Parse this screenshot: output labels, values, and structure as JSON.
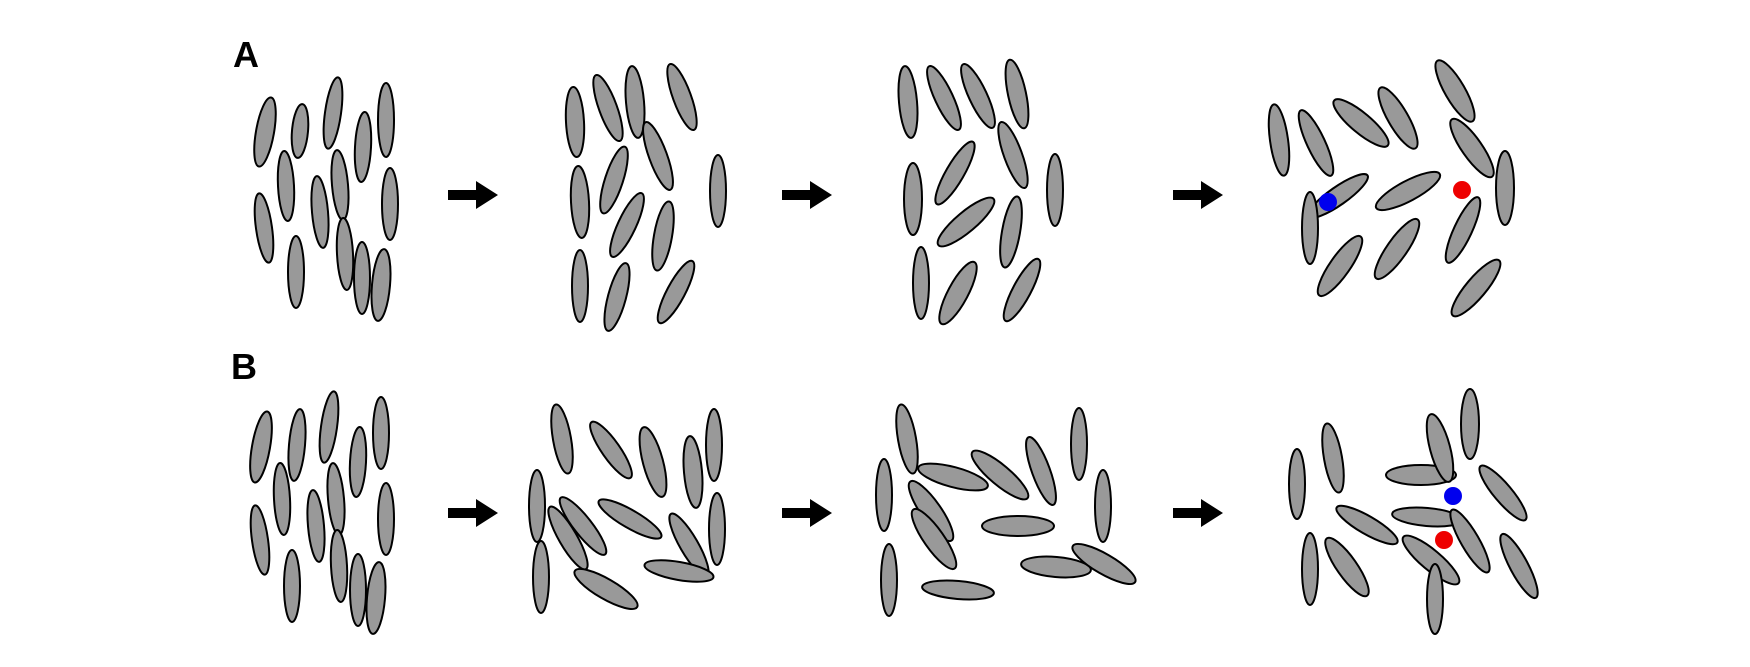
{
  "figure": {
    "background": "#ffffff",
    "cell_fill": "#999999",
    "cell_stroke": "#000000",
    "marker_colors": {
      "blue": "#0000ee",
      "red": "#ee0000"
    }
  },
  "panels": [
    {
      "label": "A",
      "stages": 4,
      "markers": [
        "blue",
        "red"
      ]
    },
    {
      "label": "B",
      "stages": 4,
      "markers": [
        "blue",
        "red"
      ]
    }
  ],
  "arrow_icon": "right-arrow-icon"
}
